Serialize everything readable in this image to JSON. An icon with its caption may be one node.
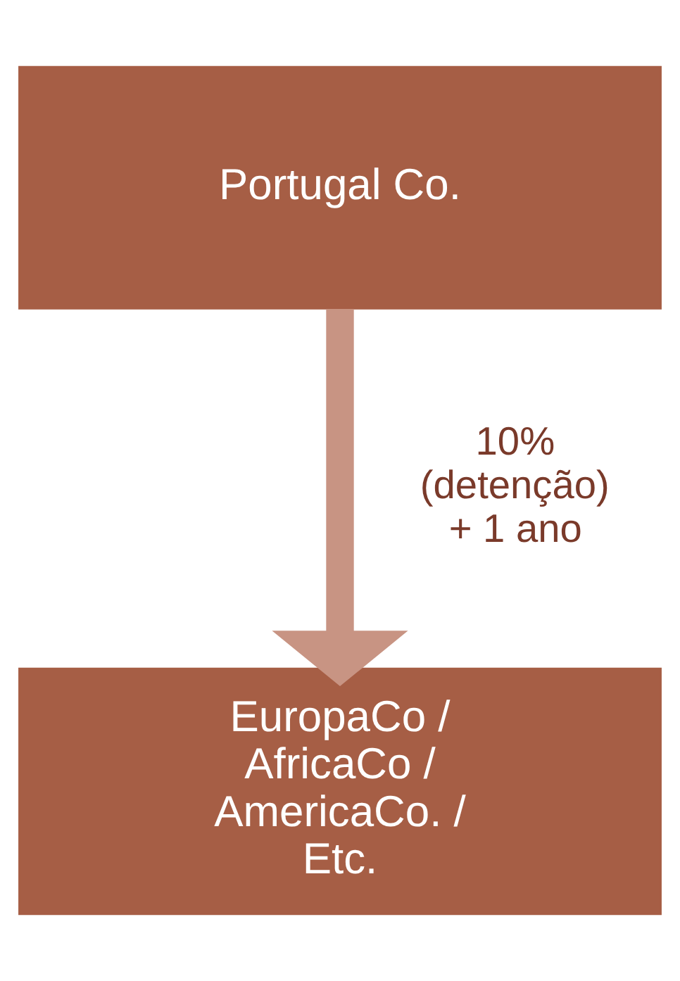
{
  "diagram": {
    "nodes": [
      {
        "text": [
          "Portugal Co."
        ]
      },
      {
        "text": [
          "EuropaCo / AfricaCo / AmericaCo. / Etc."
        ]
      }
    ],
    "edges": [
      {
        "from": 0,
        "to": 1,
        "arrow": "to",
        "label": "10% (detenção) + 1 ano",
        "color": "#c89483"
      }
    ]
  }
}
